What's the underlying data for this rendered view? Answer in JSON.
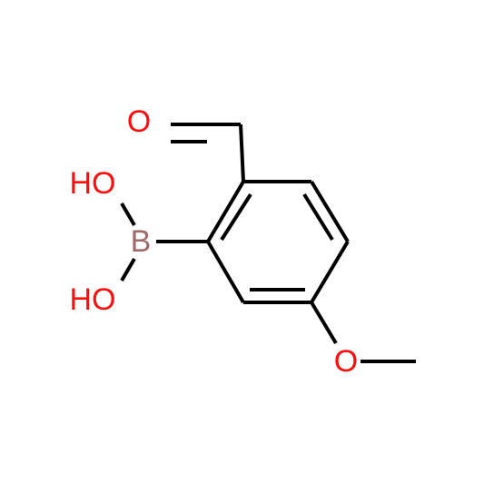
{
  "molecule": {
    "atoms": {
      "aldehyde_o": {
        "symbol": "O",
        "color": "#ff0d0d"
      },
      "boron": {
        "symbol": "B",
        "color": "#a06a6a"
      },
      "hydroxyl_1": {
        "symbol": "HO",
        "color": "#ff0d0d"
      },
      "hydroxyl_2": {
        "symbol": "HO",
        "color": "#ff0d0d"
      },
      "methoxy_o": {
        "symbol": "O",
        "color": "#ff0d0d"
      }
    },
    "bond_color": "#000000"
  }
}
